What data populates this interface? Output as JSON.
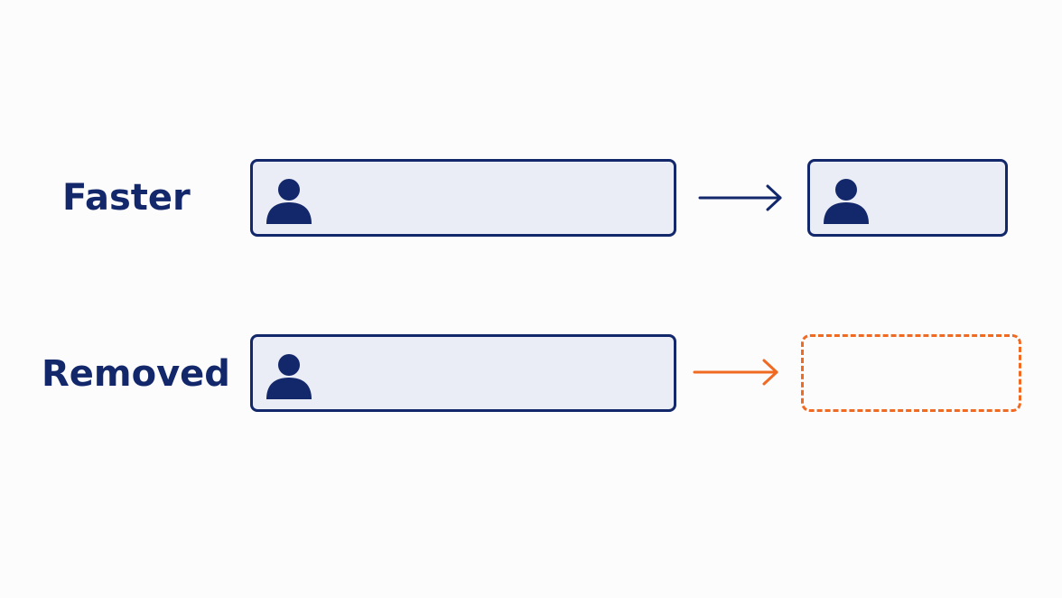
{
  "rows": [
    {
      "label": "Faster",
      "source_icon": "person-icon",
      "arrow_icon": "arrow-right-icon",
      "target_icon": "person-icon",
      "arrow_color": "#13276b"
    },
    {
      "label": "Removed",
      "source_icon": "person-icon",
      "arrow_icon": "arrow-right-icon",
      "target": "empty-dashed-placeholder",
      "arrow_color": "#f06a22"
    }
  ],
  "colors": {
    "primary": "#13276b",
    "bar_fill": "#eaedf5",
    "accent": "#f06a22",
    "background": "#fcfcfd"
  }
}
